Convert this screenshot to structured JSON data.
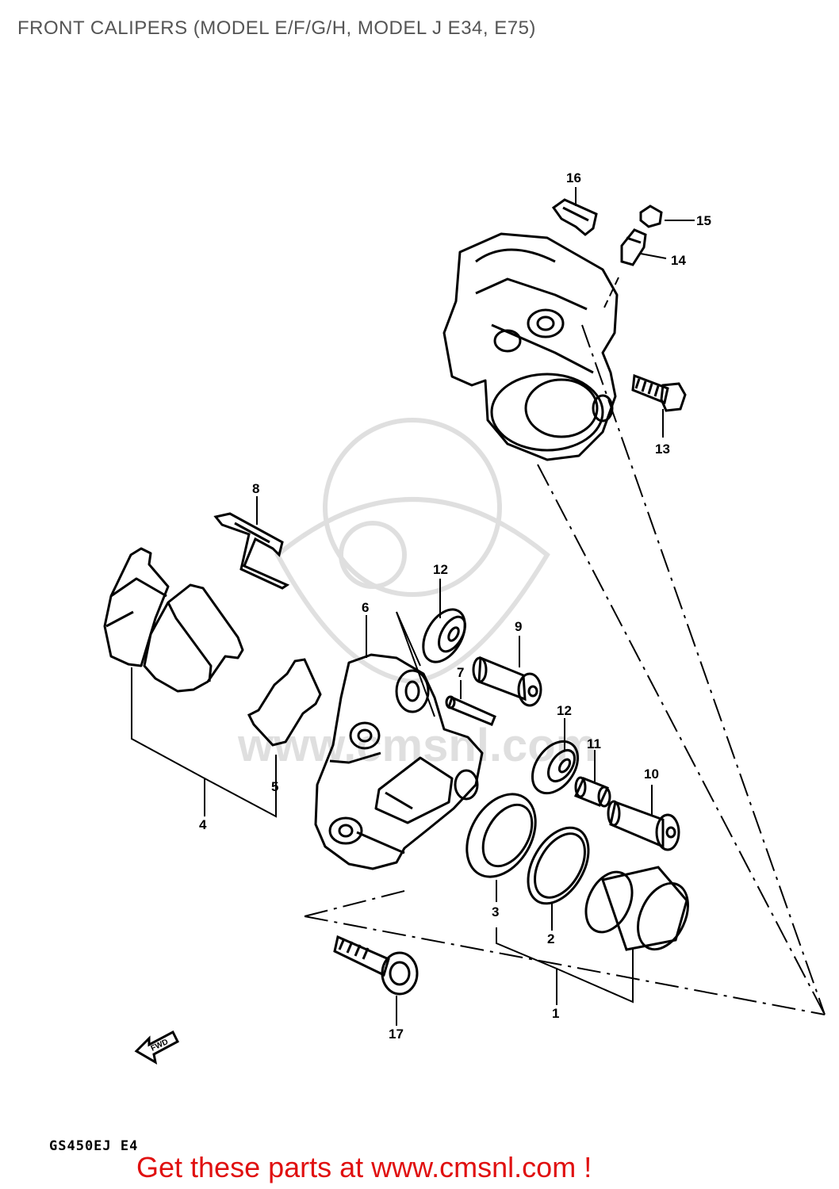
{
  "title": "FRONT CALIPERS (MODEL E/F/G/H, MODEL J E34, E75)",
  "model_code": "GS450EJ E4",
  "footer": "Get these parts at www.cmsnl.com !",
  "watermark": "www.cmsnl.com",
  "fwd_label": "FWD",
  "callouts": [
    "1",
    "2",
    "3",
    "4",
    "5",
    "6",
    "7",
    "8",
    "9",
    "10",
    "11",
    "12",
    "12",
    "13",
    "14",
    "15",
    "16",
    "17"
  ]
}
